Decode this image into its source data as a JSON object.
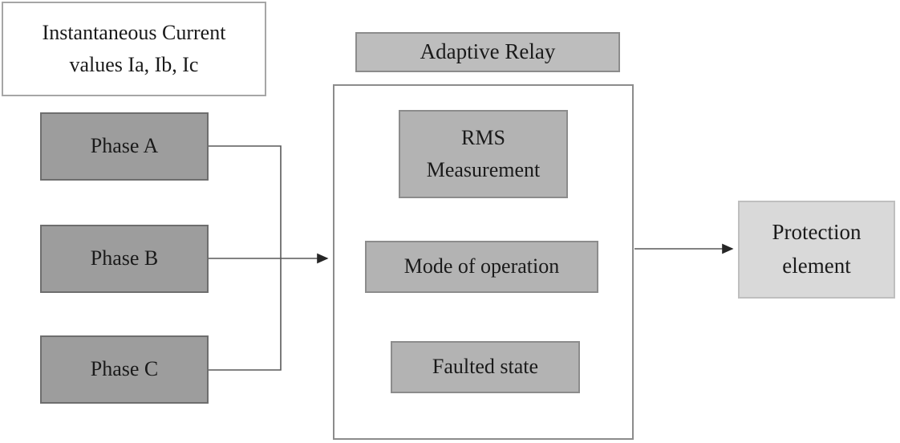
{
  "diagram": {
    "input_label": {
      "line1": "Instantaneous Current",
      "line2": "values Ia, Ib, Ic"
    },
    "phases": [
      {
        "label": "Phase A"
      },
      {
        "label": "Phase B"
      },
      {
        "label": "Phase C"
      }
    ],
    "relay": {
      "title": "Adaptive Relay",
      "rms": {
        "line1": "RMS",
        "line2": "Measurement"
      },
      "mode": {
        "label": "Mode of operation"
      },
      "faulted": {
        "label": "Faulted state"
      }
    },
    "output": {
      "line1": "Protection",
      "line2": "element"
    }
  },
  "colors": {
    "phase_fill": "#9d9d9d",
    "inner_fill": "#b3b3b3",
    "title_fill": "#bdbdbd",
    "output_fill": "#d9d9d9",
    "line_stroke": "#595959",
    "border": "#8c8c8c"
  }
}
